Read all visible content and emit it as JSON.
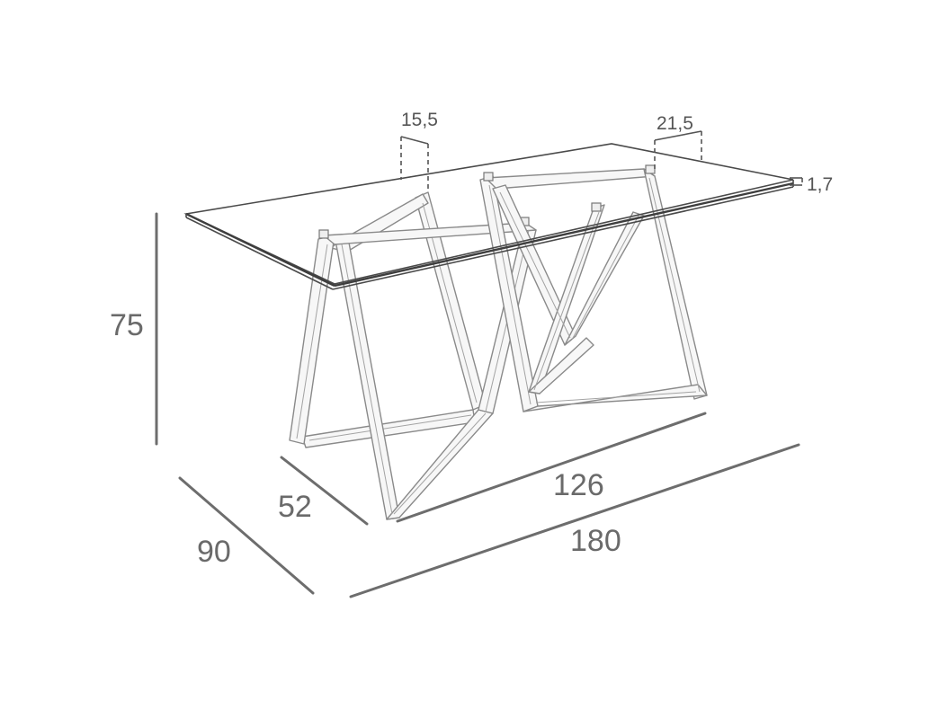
{
  "diagram": {
    "subject": "table-dimension-drawing",
    "dimensions": {
      "height": "75",
      "depth": "90",
      "base_depth": "52",
      "base_length": "126",
      "length": "180",
      "left_leg_inset": "15,5",
      "right_leg_inset": "21,5",
      "top_thickness": "1,7"
    },
    "colors": {
      "dimension_text": "#6a6a6a",
      "dimension_line": "#6d6d6d",
      "sketch_line": "#8a8a8a"
    }
  }
}
